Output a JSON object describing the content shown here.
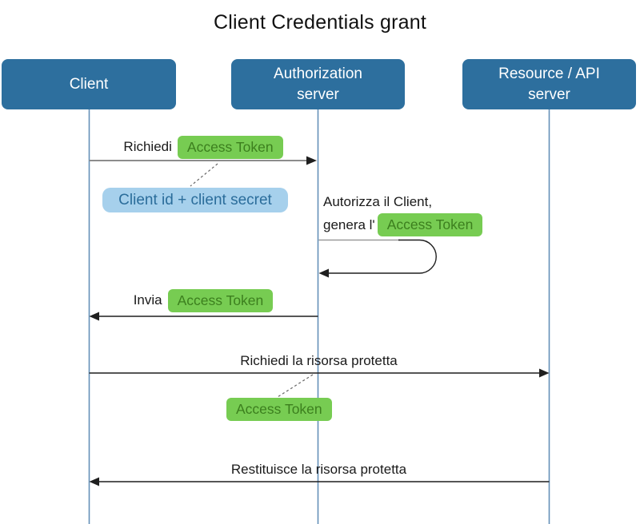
{
  "title": "Client Credentials grant",
  "actors": [
    {
      "lines": [
        "Client"
      ]
    },
    {
      "lines": [
        "Authorization",
        "server"
      ]
    },
    {
      "lines": [
        "Resource / API",
        "server"
      ]
    }
  ],
  "messages": {
    "request_token": {
      "prefix": "Richiedi",
      "badge": "Access Token"
    },
    "credentials_note": {
      "label": "Client id + client secret"
    },
    "authorize_note": {
      "line1": "Autorizza il Client,",
      "line2_prefix": "genera l'",
      "badge": "Access Token"
    },
    "send_token": {
      "prefix": "Invia",
      "badge": "Access Token"
    },
    "request_resource": {
      "label": "Richiedi la risorsa protetta"
    },
    "token_note": {
      "badge": "Access Token"
    },
    "return_resource": {
      "label": "Restituisce la risorsa protetta"
    }
  },
  "colors": {
    "actor_box": "#2d6f9e",
    "actor_text": "#ffffff",
    "lifeline": "#6590b8",
    "green_badge_bg": "#77cc52",
    "green_badge_text": "#3c7f1e",
    "blue_badge_bg": "#a6d0ec",
    "blue_badge_text": "#2b6d9b",
    "arrow_dark": "#1f1f1f",
    "arrow_gray": "#8c8c8c",
    "dashed_connector": "#666666",
    "title_text": "#111111"
  }
}
